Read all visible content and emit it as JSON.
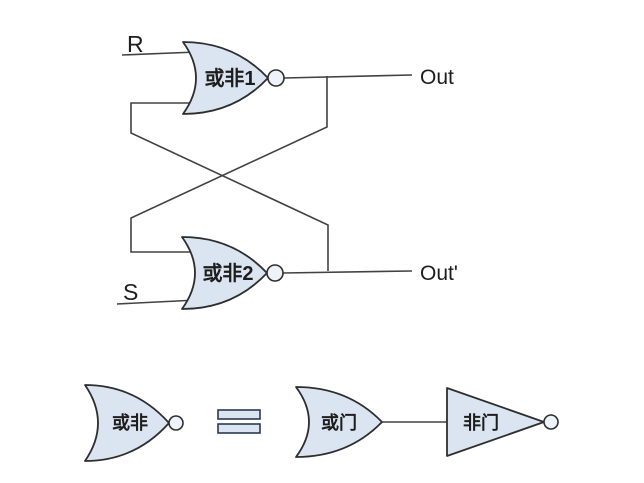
{
  "colors": {
    "page_bg": "#ffffff",
    "gate_fill": "#dbe5f1",
    "gate_stroke": "#2e2e2e",
    "wire": "#424242",
    "bubble_fill": "#eef3fa",
    "equals_fill": "#dbe5f1",
    "equals_stroke": "#2a3a52",
    "text": "#1d1d1d"
  },
  "latch": {
    "input_r_label": "R",
    "input_s_label": "S",
    "gate1_label": "或非1",
    "gate2_label": "或非2",
    "output_label": "Out",
    "output_complement_label": "Out'"
  },
  "equivalence": {
    "nor_gate_label": "或非",
    "or_gate_label": "或门",
    "not_gate_label": "非门",
    "equals_icon": "equivalence-bars"
  }
}
